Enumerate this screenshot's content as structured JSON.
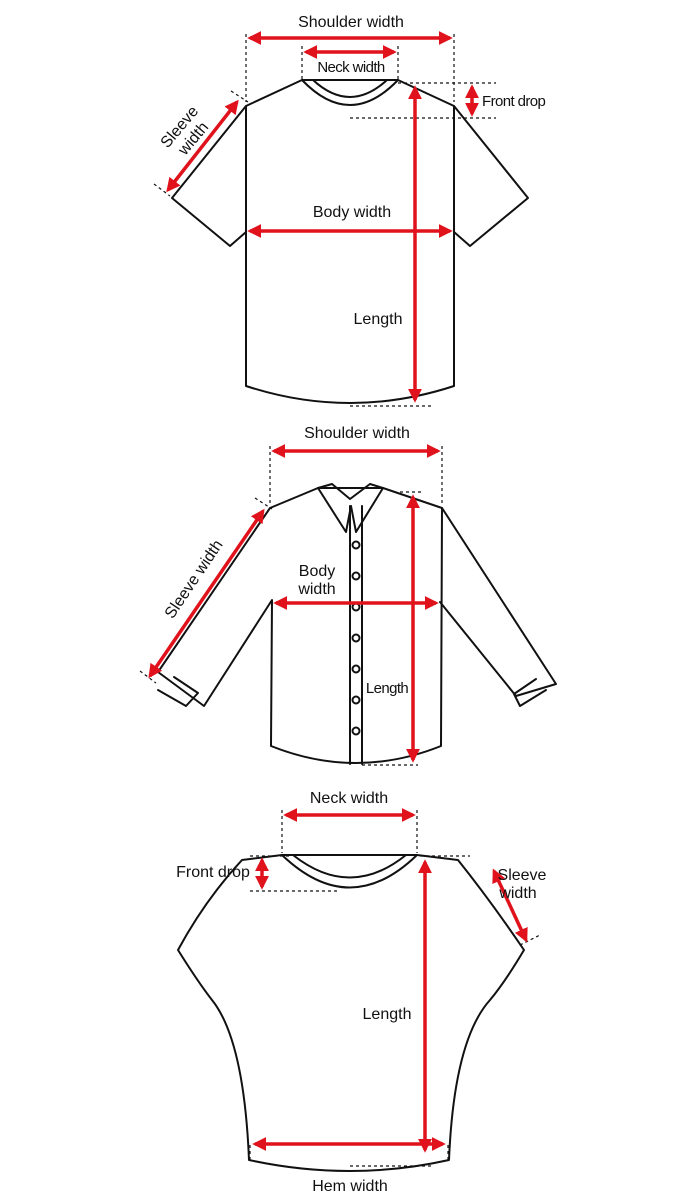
{
  "colors": {
    "arrow": "#e0121c",
    "outline": "#111111",
    "background": "#ffffff"
  },
  "tshirt": {
    "shoulder_width": "Shoulder width",
    "neck_width": "Neck width",
    "front_drop": "Front drop",
    "sleeve_width_line1": "Sleeve",
    "sleeve_width_line2": "width",
    "body_width": "Body width",
    "length": "Length"
  },
  "shirt": {
    "shoulder_width": "Shoulder width",
    "sleeve_width": "Sleeve width",
    "body_width_line1": "Body",
    "body_width_line2": "width",
    "length": "Length"
  },
  "blouse": {
    "neck_width": "Neck width",
    "front_drop": "Front drop",
    "sleeve_width_line1": "Sleeve",
    "sleeve_width_line2": "width",
    "length": "Length",
    "hem_width": "Hem width"
  }
}
